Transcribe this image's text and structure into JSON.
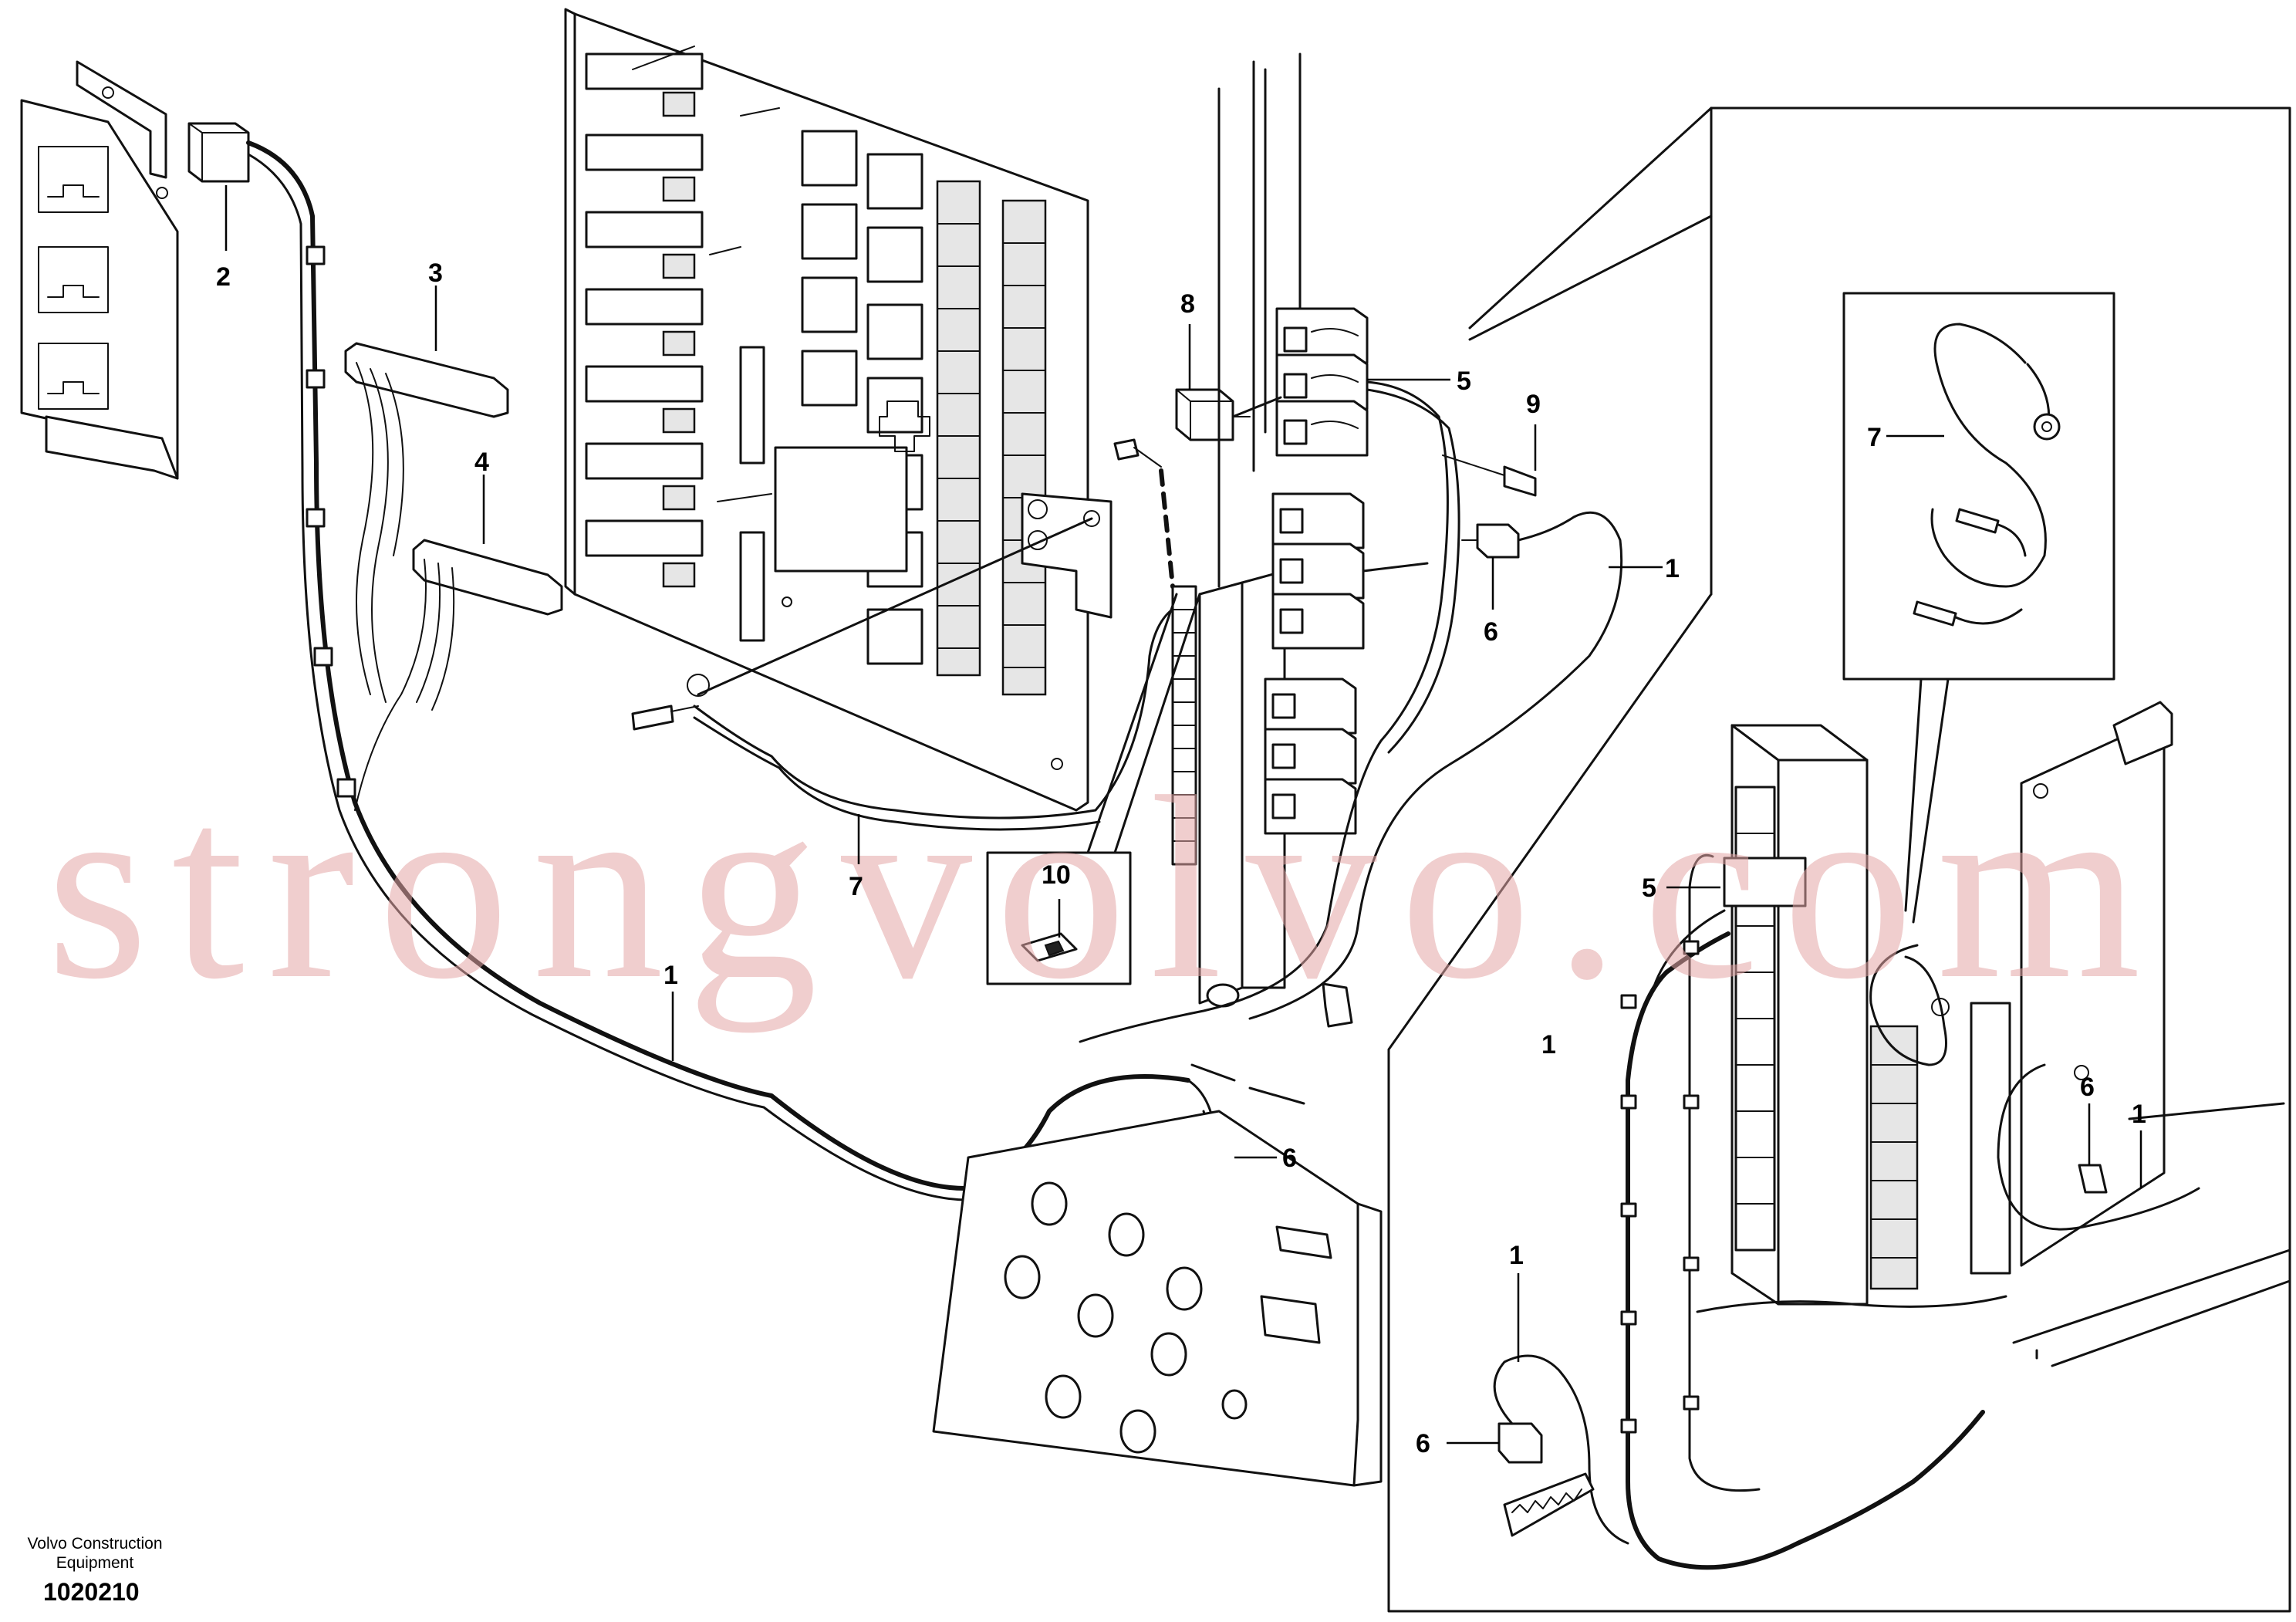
{
  "publisher": {
    "line1": "Volvo Construction",
    "line2": "Equipment"
  },
  "figure_number": "1020210",
  "watermark": "strongvolvo.com",
  "callouts": {
    "c2": "2",
    "c3": "3",
    "c4": "4",
    "c8": "8",
    "c5a": "5",
    "c9": "9",
    "c1a": "1",
    "c6a": "6",
    "c7a": "7",
    "c10": "10",
    "c1b": "1",
    "c6b": "6",
    "c7b": "7",
    "c5b": "5",
    "c1c": "1",
    "c6c": "6",
    "c1d": "1",
    "c1e": "1",
    "c6d": "6"
  },
  "colors": {
    "line": "#111111",
    "watermark": "#e3a5a5",
    "background": "#ffffff"
  }
}
